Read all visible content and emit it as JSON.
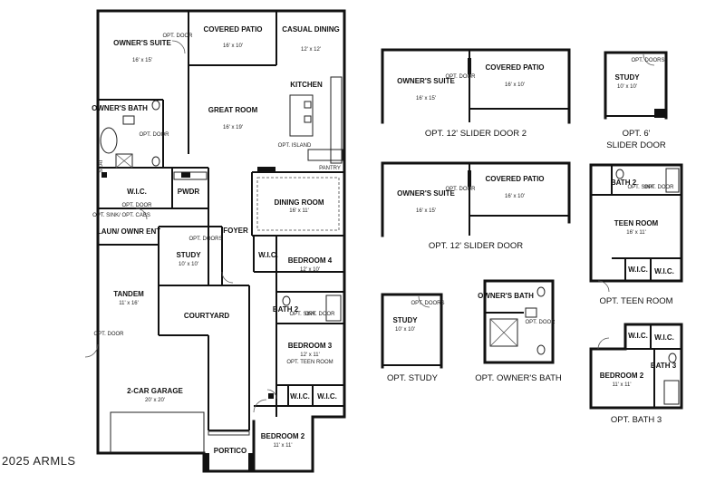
{
  "copyright": "2025 ARMLS",
  "main_plan": {
    "rooms": {
      "owners_suite": {
        "name": "OWNER'S SUITE",
        "dim": "16' x 15'"
      },
      "covered_patio": {
        "name": "COVERED PATIO",
        "dim": "16' x 10'"
      },
      "casual_dining": {
        "name": "CASUAL DINING",
        "dim": "12' x 12'"
      },
      "kitchen": {
        "name": "KITCHEN"
      },
      "great_room": {
        "name": "GREAT ROOM",
        "dim": "16' x 19'"
      },
      "owners_bath": {
        "name": "OWNER'S BATH"
      },
      "opt_island": {
        "name": "OPT. ISLAND"
      },
      "pantry": {
        "name": "PANTRY"
      },
      "wic": {
        "name": "W.I.C."
      },
      "pwdr": {
        "name": "PWDR"
      },
      "dining_room": {
        "name": "DINING ROOM",
        "dim": "16' x 11'"
      },
      "laundry": {
        "name": "LAUN/ OWNR ENT"
      },
      "foyer": {
        "name": "FOYER"
      },
      "study": {
        "name": "STUDY",
        "dim": "10' x 10'"
      },
      "bedroom4": {
        "name": "BEDROOM 4",
        "dim": "12' x 10'"
      },
      "wic_b4": {
        "name": "W.I.C."
      },
      "tandem": {
        "name": "TANDEM",
        "dim": "11' x 16'"
      },
      "courtyard": {
        "name": "COURTYARD"
      },
      "bath2": {
        "name": "BATH 2"
      },
      "bedroom3": {
        "name": "BEDROOM 3",
        "dim": "12' x 11'",
        "note": "OPT. TEEN ROOM"
      },
      "wic_b3a": {
        "name": "W.I.C."
      },
      "wic_b3b": {
        "name": "W.I.C."
      },
      "garage": {
        "name": "2-CAR GARAGE",
        "dim": "20' x 20'"
      },
      "bedroom2": {
        "name": "BEDROOM 2",
        "dim": "11' x 11'"
      },
      "portico": {
        "name": "PORTICO"
      }
    },
    "notes": {
      "opt_door_suite": "OPT. DOOR",
      "opt_door_bath": "OPT. DOOR",
      "opt_door_wic": "OPT. DOOR",
      "opt_sink_cabs": "OPT. SINK/ OPT. CABS",
      "opt_doors_study": "OPT. DOORS",
      "opt_door_garage": "OPT. DOOR",
      "opt_sink_bath2": "OPT. SINK",
      "opt_door_bath2": "OPT. DOOR",
      "seat": "SEAT"
    }
  },
  "options": {
    "slider2": {
      "caption": "OPT. 12' SLIDER DOOR 2",
      "suite": {
        "name": "OWNER'S SUITE",
        "dim": "16' x 15'"
      },
      "patio": {
        "name": "COVERED PATIO",
        "dim": "16' x 10'"
      },
      "door": "OPT. DOOR"
    },
    "slider": {
      "caption": "OPT. 12' SLIDER DOOR",
      "suite": {
        "name": "OWNER'S SUITE",
        "dim": "16' x 15'"
      },
      "patio": {
        "name": "COVERED PATIO",
        "dim": "16' x 10'"
      },
      "door": "OPT. DOOR"
    },
    "slider6": {
      "caption_line1": "OPT. 6'",
      "caption_line2": "SLIDER DOOR",
      "study": {
        "name": "STUDY",
        "dim": "10' x 10'"
      },
      "doors": "OPT. DOORS"
    },
    "teen": {
      "caption": "OPT. TEEN ROOM",
      "bath": "BATH 2",
      "sink": "OPT. SINK",
      "door": "OPT. DOOR",
      "room": {
        "name": "TEEN ROOM",
        "dim": "16' x 11'"
      },
      "wic1": "W.I.C.",
      "wic2": "W.I.C."
    },
    "study": {
      "caption": "OPT. STUDY",
      "room": {
        "name": "STUDY",
        "dim": "10' x 10'"
      },
      "doors": "OPT. DOORS"
    },
    "owners_bath": {
      "caption": "OPT. OWNER'S BATH",
      "name": "OWNER'S BATH",
      "door": "OPT. DOOR"
    },
    "bath3": {
      "caption": "OPT. BATH 3",
      "wic1": "W.I.C.",
      "wic2": "W.I.C.",
      "bath": "BATH 3",
      "room": {
        "name": "BEDROOM 2",
        "dim": "11' x 11'"
      }
    }
  }
}
